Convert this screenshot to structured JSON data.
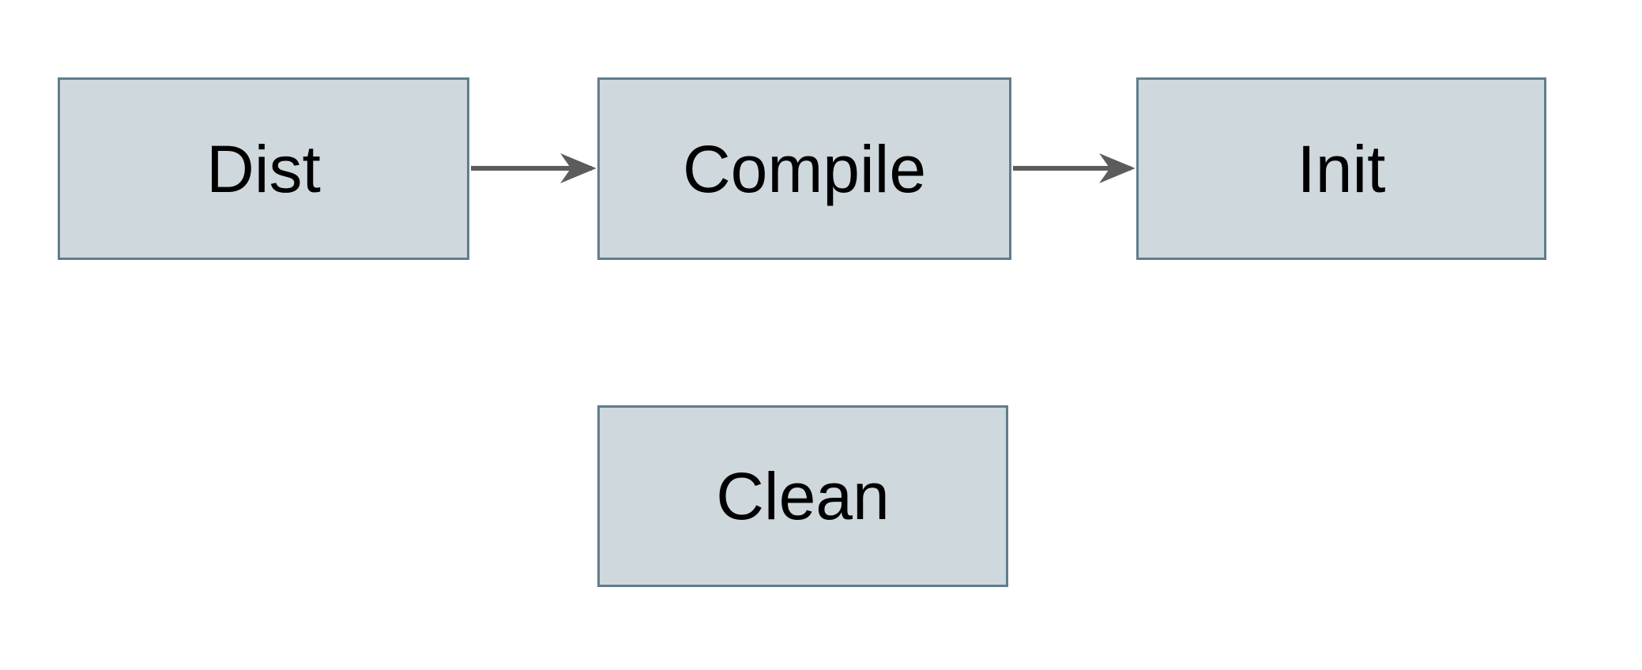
{
  "diagram": {
    "nodes": [
      {
        "id": "dist",
        "label": "Dist"
      },
      {
        "id": "compile",
        "label": "Compile"
      },
      {
        "id": "init",
        "label": "Init"
      },
      {
        "id": "clean",
        "label": "Clean"
      }
    ],
    "edges": [
      {
        "from": "Dist",
        "to": "Compile",
        "direction": "right"
      },
      {
        "from": "Compile",
        "to": "Init",
        "direction": "right"
      }
    ],
    "colors": {
      "node_fill": "#cfd8dc",
      "node_border": "#607d8b",
      "arrow": "#5c5c5c",
      "text": "#000000",
      "background": "#ffffff"
    }
  }
}
